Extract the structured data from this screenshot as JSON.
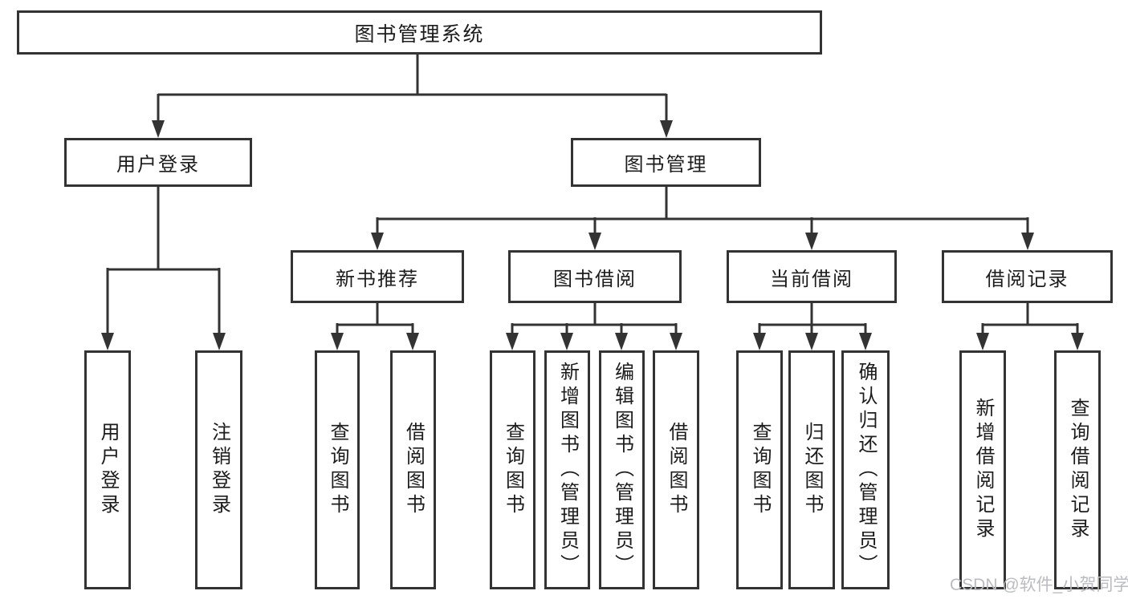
{
  "diagram_title": "图书管理系统",
  "tree": {
    "label": "图书管理系统",
    "children": [
      {
        "label": "用户登录",
        "children": [
          {
            "label": "用户登录"
          },
          {
            "label": "注销登录"
          }
        ]
      },
      {
        "label": "图书管理",
        "children": [
          {
            "label": "新书推荐",
            "children": [
              {
                "label": "查询图书"
              },
              {
                "label": "借阅图书"
              }
            ]
          },
          {
            "label": "图书借阅",
            "children": [
              {
                "label": "查询图书"
              },
              {
                "label": "新增图书（管理员）"
              },
              {
                "label": "编辑图书（管理员）"
              },
              {
                "label": "借阅图书"
              }
            ]
          },
          {
            "label": "当前借阅",
            "children": [
              {
                "label": "查询图书"
              },
              {
                "label": "归还图书"
              },
              {
                "label": "确认归还（管理员）"
              }
            ]
          },
          {
            "label": "借阅记录",
            "children": [
              {
                "label": "新增借阅记录"
              },
              {
                "label": "查询借阅记录"
              }
            ]
          }
        ]
      }
    ]
  },
  "watermark": "CSDN @软件_小贺同学",
  "colors": {
    "line": "#333333",
    "text": "#1c1c1c",
    "watermark": "#b9bcc2",
    "background": "#ffffff"
  }
}
